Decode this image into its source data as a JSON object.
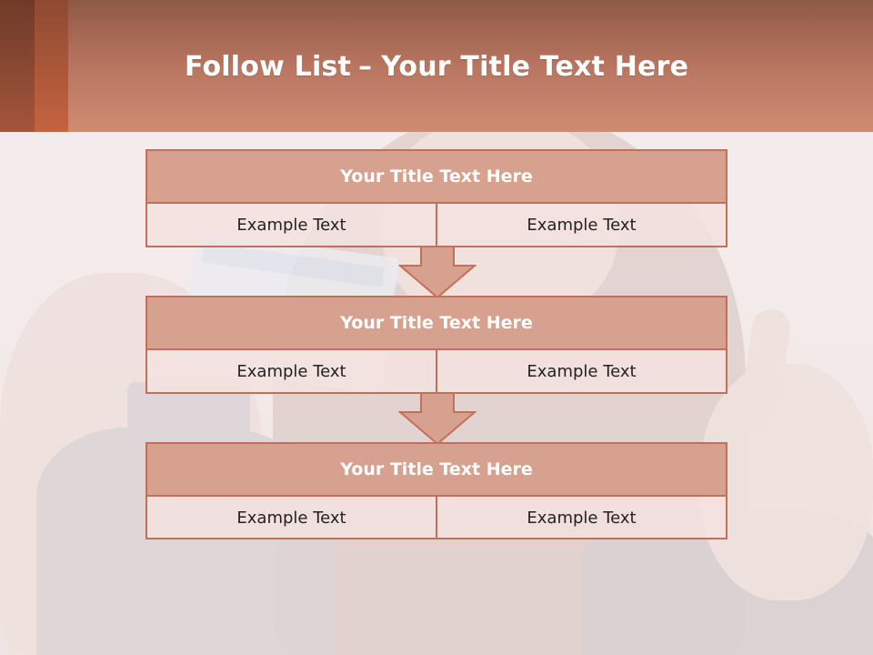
{
  "header": {
    "title_bold": "Follow List",
    "title_separator": "–",
    "title_rest": "Your Title Text Here"
  },
  "blocks": [
    {
      "title": "Your Title Text Here",
      "left": "Example Text",
      "right": "Example Text"
    },
    {
      "title": "Your Title Text Here",
      "left": "Example Text",
      "right": "Example Text"
    },
    {
      "title": "Your Title Text Here",
      "left": "Example Text",
      "right": "Example Text"
    }
  ],
  "icons": [
    "down-arrow-icon",
    "down-arrow-icon"
  ],
  "colors": {
    "header_top": "#8e5a45",
    "header_bottom": "#d08b73",
    "accent_border": "#c46f5a",
    "block_header_fill": "#d6a18e",
    "block_cell_fill": "#f3e2df"
  }
}
